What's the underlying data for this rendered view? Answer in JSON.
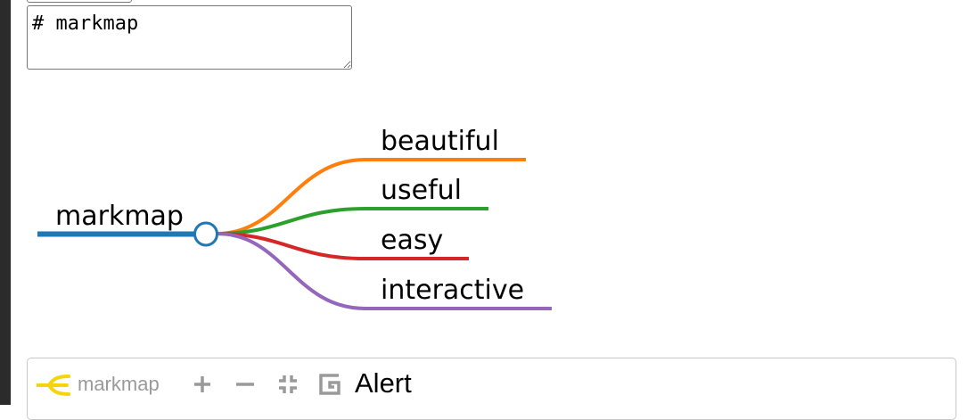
{
  "editor": {
    "content": "# markmap"
  },
  "mindmap": {
    "root": {
      "label": "markmap",
      "color": "#1f77b4"
    },
    "children": [
      {
        "label": "beautiful",
        "color": "#ff7f0e"
      },
      {
        "label": "useful",
        "color": "#2ca02c"
      },
      {
        "label": "easy",
        "color": "#d62728"
      },
      {
        "label": "interactive",
        "color": "#9467bd"
      }
    ]
  },
  "toolbar": {
    "brand_label": "markmap",
    "brand_icon": "markmap-logo-icon",
    "zoom_in_icon": "plus-icon",
    "zoom_out_icon": "minus-icon",
    "fit_icon": "fit-screen-icon",
    "recurse_icon": "g-square-icon",
    "alert_label": "Alert",
    "logo_color": "#f5d40e",
    "icon_color": "#9a9a9a"
  }
}
